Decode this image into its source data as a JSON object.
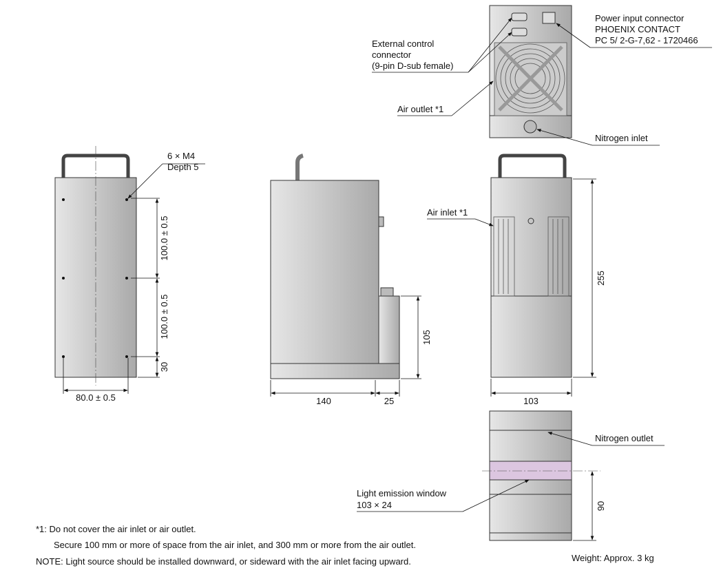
{
  "labels": {
    "power_connector": [
      "Power input connector",
      "PHOENIX CONTACT",
      "PC 5/ 2-G-7,62 - 1720466"
    ],
    "external_control": [
      "External control",
      "connector",
      "(9-pin D-sub female)"
    ],
    "air_outlet": "Air outlet *1",
    "nitrogen_inlet": "Nitrogen inlet",
    "screws": [
      "6 × M4",
      "Depth 5"
    ],
    "air_inlet": "Air inlet *1",
    "nitrogen_outlet": "Nitrogen outlet",
    "light_window": [
      "Light emission window",
      "103 × 24"
    ]
  },
  "dimensions": {
    "pitch_1": "100.0 ± 0.5",
    "pitch_2": "100.0 ± 0.5",
    "bottom_offset": "30",
    "front_width": "80.0 ± 0.5",
    "depth": "140",
    "base_ext": "25",
    "block_height": "105",
    "height": "255",
    "width": "103",
    "window_height": "90"
  },
  "notes": {
    "note1": "*1: Do not cover the air inlet or air outlet.",
    "note1b": "Secure 100 mm or more of space from the air inlet, and 300 mm or more from the air outlet.",
    "note2": "NOTE: Light source should be installed downward, or sideward with the air inlet facing upward.",
    "weight": "Weight: Approx. 3 kg"
  },
  "colors": {
    "window": "#dcc6e0",
    "body": "#cfcfcf"
  }
}
